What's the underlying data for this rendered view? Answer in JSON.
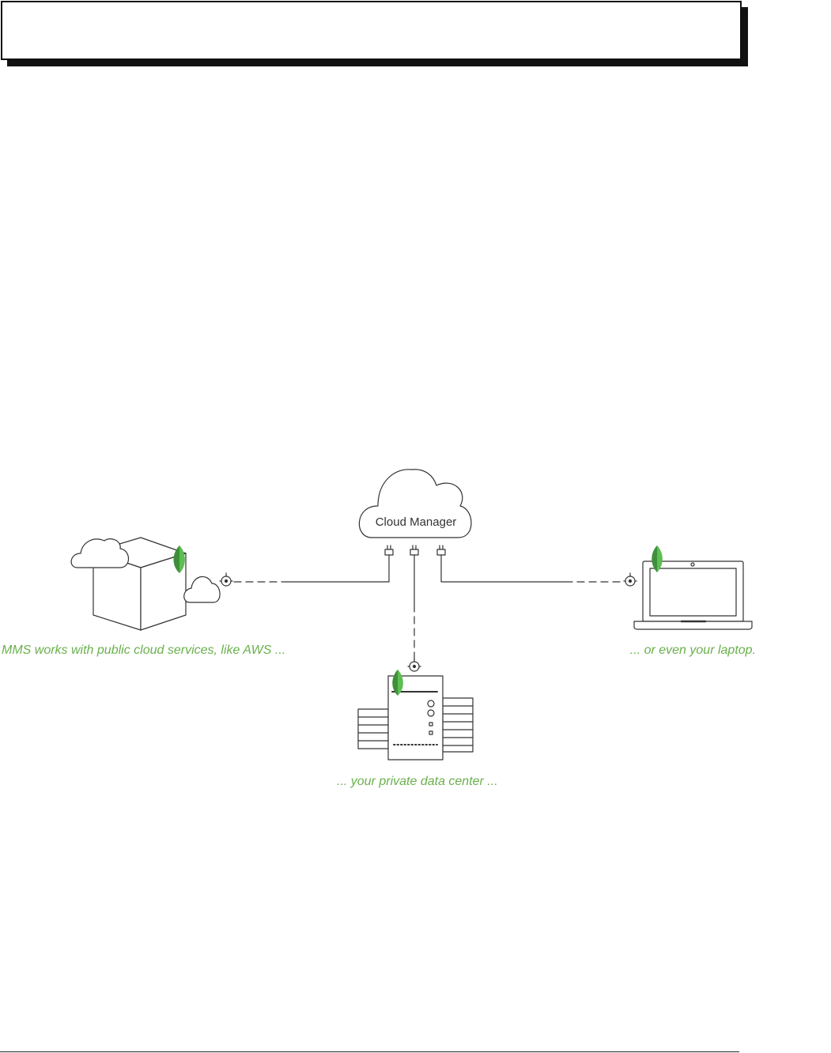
{
  "header": {
    "title": ""
  },
  "diagram": {
    "hub_label": "Cloud Manager",
    "captions": {
      "public_cloud": "MMS works with public cloud services, like AWS ...",
      "laptop": "... or even your laptop.",
      "data_center": "... your private data center ..."
    }
  },
  "colors": {
    "accent": "#6ab04c",
    "leaf_dark": "#3f8f3a",
    "leaf_light": "#5cbf52",
    "stroke": "#333333"
  },
  "icons": [
    "cloud-icon",
    "box-icon",
    "mongodb-leaf-icon",
    "plug-icon",
    "agent-icon",
    "laptop-icon",
    "server-rack-icon"
  ]
}
